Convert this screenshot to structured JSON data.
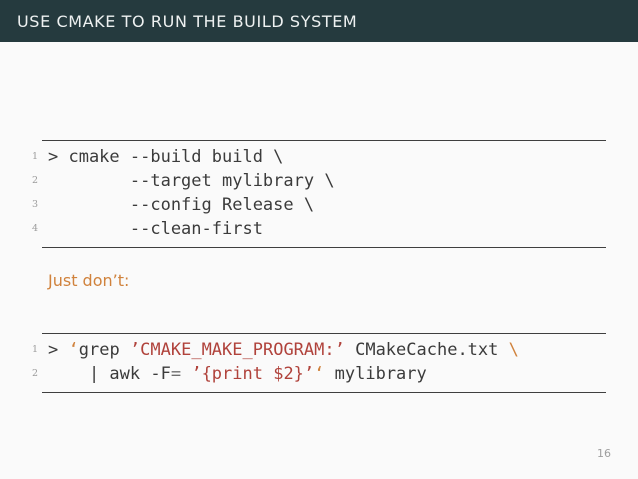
{
  "slide": {
    "title": "USE CMAKE TO RUN THE BUILD SYSTEM",
    "alert_text": "Just don’t:",
    "page_number": "16",
    "colors": {
      "header_bg": "#253a3e",
      "header_text": "#eef1f1",
      "body_bg": "#fafafa",
      "code_text": "#3b3b3b",
      "line_number": "#9b9b9b",
      "rule": "#3f3f3f",
      "orange": "#d0823c",
      "red": "#b0423b",
      "operator_gray": "#6e6e6e",
      "page_number_color": "#9e9e9e"
    },
    "code_blocks": [
      {
        "name": "cmake-build-command",
        "lines": [
          {
            "number": "1",
            "tokens": [
              {
                "t": "> cmake --build build \\",
                "c": "plain"
              }
            ]
          },
          {
            "number": "2",
            "tokens": [
              {
                "t": "        --target mylibrary \\",
                "c": "plain"
              }
            ]
          },
          {
            "number": "3",
            "tokens": [
              {
                "t": "        --config Release \\",
                "c": "plain"
              }
            ]
          },
          {
            "number": "4",
            "tokens": [
              {
                "t": "        --clean-first",
                "c": "plain"
              }
            ]
          }
        ]
      },
      {
        "name": "grep-awk-command",
        "lines": [
          {
            "number": "1",
            "tokens": [
              {
                "t": "> ",
                "c": "plain"
              },
              {
                "t": "‘",
                "c": "orange"
              },
              {
                "t": "grep ",
                "c": "plain"
              },
              {
                "t": "’CMAKE_MAKE_PROGRAM:’",
                "c": "red"
              },
              {
                "t": " CMakeCache.txt ",
                "c": "plain"
              },
              {
                "t": "\\",
                "c": "orange"
              }
            ]
          },
          {
            "number": "2",
            "tokens": [
              {
                "t": "    | awk -F",
                "c": "plain"
              },
              {
                "t": "=",
                "c": "gray"
              },
              {
                "t": " ",
                "c": "plain"
              },
              {
                "t": "’{print $2}’",
                "c": "red"
              },
              {
                "t": "‘",
                "c": "orange"
              },
              {
                "t": " mylibrary",
                "c": "plain"
              }
            ]
          }
        ]
      }
    ]
  }
}
